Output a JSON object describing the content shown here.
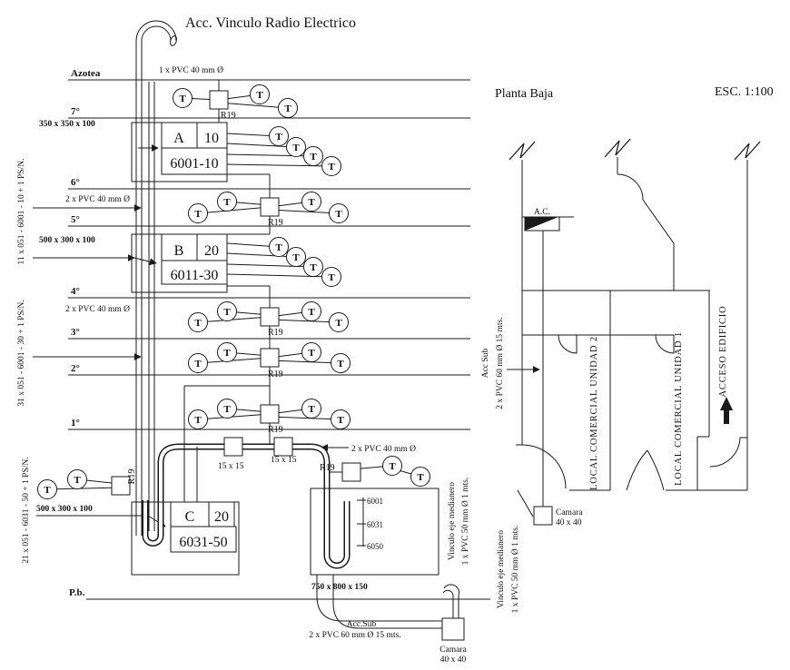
{
  "title": "Acc. Vinculo Radio Electrico",
  "colors": {
    "ink": "#1a1a1a",
    "paper": "#ffffff"
  },
  "riser": {
    "floors": [
      "Azotea",
      "7°",
      "6°",
      "5°",
      "4°",
      "3°",
      "2°",
      "1°",
      "P.b."
    ],
    "circuits": [
      "11 x 051 - 6001 - 10 + 1 PS/N.",
      "31 x 051 - 6001 - 30 + 1 PS/N.",
      "21 x 051 - 6031 - 50 + 1 PS/N."
    ],
    "pvc_single": "1 x PVC 40 mm Ø",
    "pvc_double": "2 x PVC 40 mm Ø",
    "junction": "R19",
    "duct_box": "15 x 15",
    "outlet": "T",
    "boxes": {
      "a": {
        "letter": "A",
        "qty": "10",
        "code": "6001-10",
        "dim": "350 x 350 x 100"
      },
      "b": {
        "letter": "B",
        "qty": "20",
        "code": "6011-30",
        "dim": "500 x 300 x 100"
      },
      "c": {
        "letter": "C",
        "qty": "20",
        "code": "6031-50",
        "dim": "500 x 300 x 100"
      }
    },
    "pit_dim": "750 x 800 x 150",
    "pit_ticks": [
      "6001",
      "6031",
      "6050"
    ],
    "acc_sub": [
      "Acc.Sub",
      "2 x PVC 60 mm Ø 15 mts."
    ],
    "camara": [
      "Camara",
      "40 x 40"
    ],
    "vinculo": [
      "Vinculo eje medianero",
      "1 x PVC 50 mm Ø 1 mts."
    ]
  },
  "plan": {
    "title": "Planta Baja",
    "scale": "ESC. 1:100",
    "ac": "A.C.",
    "acc_sub": [
      "Acc Sub",
      "2 x PVC 60 mm Ø 15 mts."
    ],
    "rooms": [
      "LOCAL COMERCIAL UNIDAD 2",
      "LOCAL COMERCIAL UNIDAD 1"
    ],
    "access": "ACCESO EDIFICIO",
    "camara": [
      "Camara",
      "40 x 40"
    ],
    "vinculo": [
      "Vinculo eje medianero",
      "1 x PVC 50 mm Ø 1 mts."
    ]
  }
}
